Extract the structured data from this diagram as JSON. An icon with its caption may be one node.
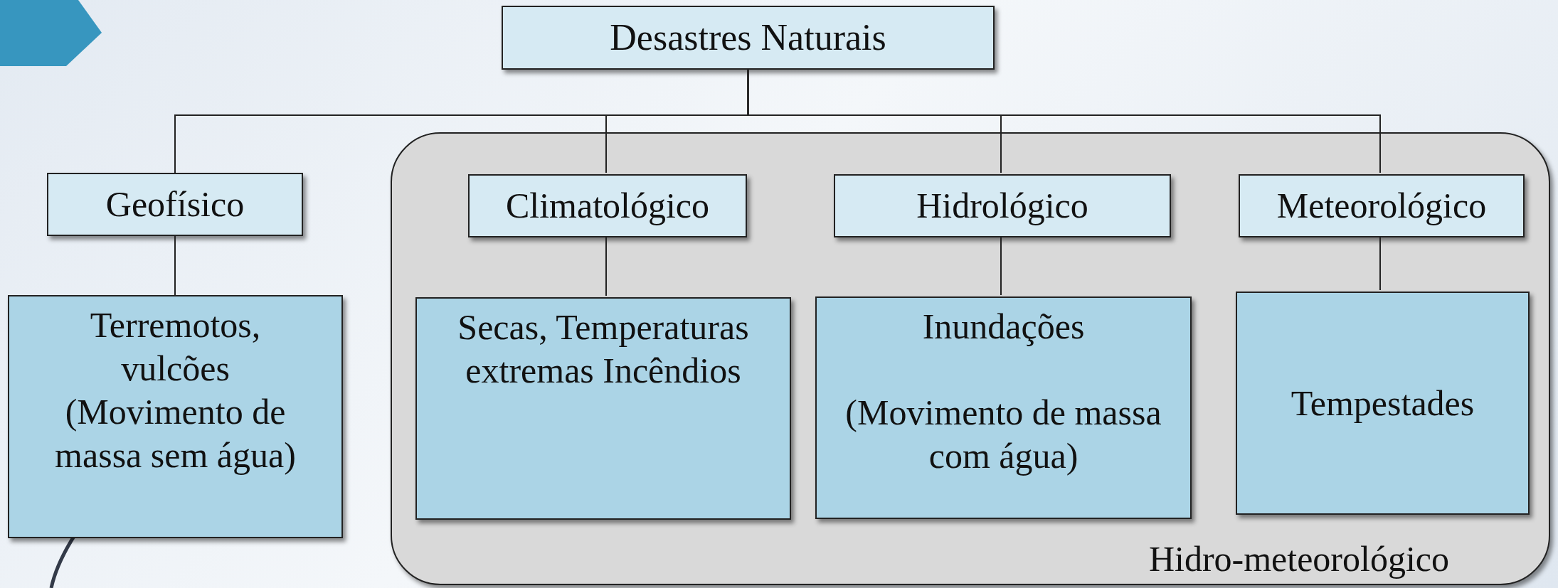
{
  "diagram": {
    "nodes": [
      {
        "text": [
          "Desastres Naturais"
        ]
      },
      {
        "text": [
          "Geofísico"
        ]
      },
      {
        "text": [
          "Hidro-meteorológico"
        ]
      },
      {
        "text": [
          "Climatológico"
        ],
        "in": 2
      },
      {
        "text": [
          "Hidrológico"
        ],
        "in": 2
      },
      {
        "text": [
          "Meteorológico"
        ],
        "in": 2
      },
      {
        "text": [
          "Terremotos, vulcões (Movimento de massa sem água)"
        ]
      },
      {
        "text": [
          "Secas, Temperaturas extremas Incêndios"
        ],
        "in": 2
      },
      {
        "text": [
          "Inundações",
          "(Movimento de massa com água)"
        ],
        "in": 2
      },
      {
        "text": [
          "Tempestades"
        ],
        "in": 2
      }
    ],
    "edges": [
      {
        "from": 0,
        "to": 1,
        "arrow": "none"
      },
      {
        "from": 0,
        "to": 3,
        "arrow": "none"
      },
      {
        "from": 0,
        "to": 4,
        "arrow": "none"
      },
      {
        "from": 0,
        "to": 5,
        "arrow": "none"
      },
      {
        "from": 1,
        "to": 6,
        "arrow": "none"
      },
      {
        "from": 3,
        "to": 7,
        "arrow": "none"
      },
      {
        "from": 4,
        "to": 8,
        "arrow": "none"
      },
      {
        "from": 5,
        "to": 9,
        "arrow": "none"
      }
    ]
  }
}
